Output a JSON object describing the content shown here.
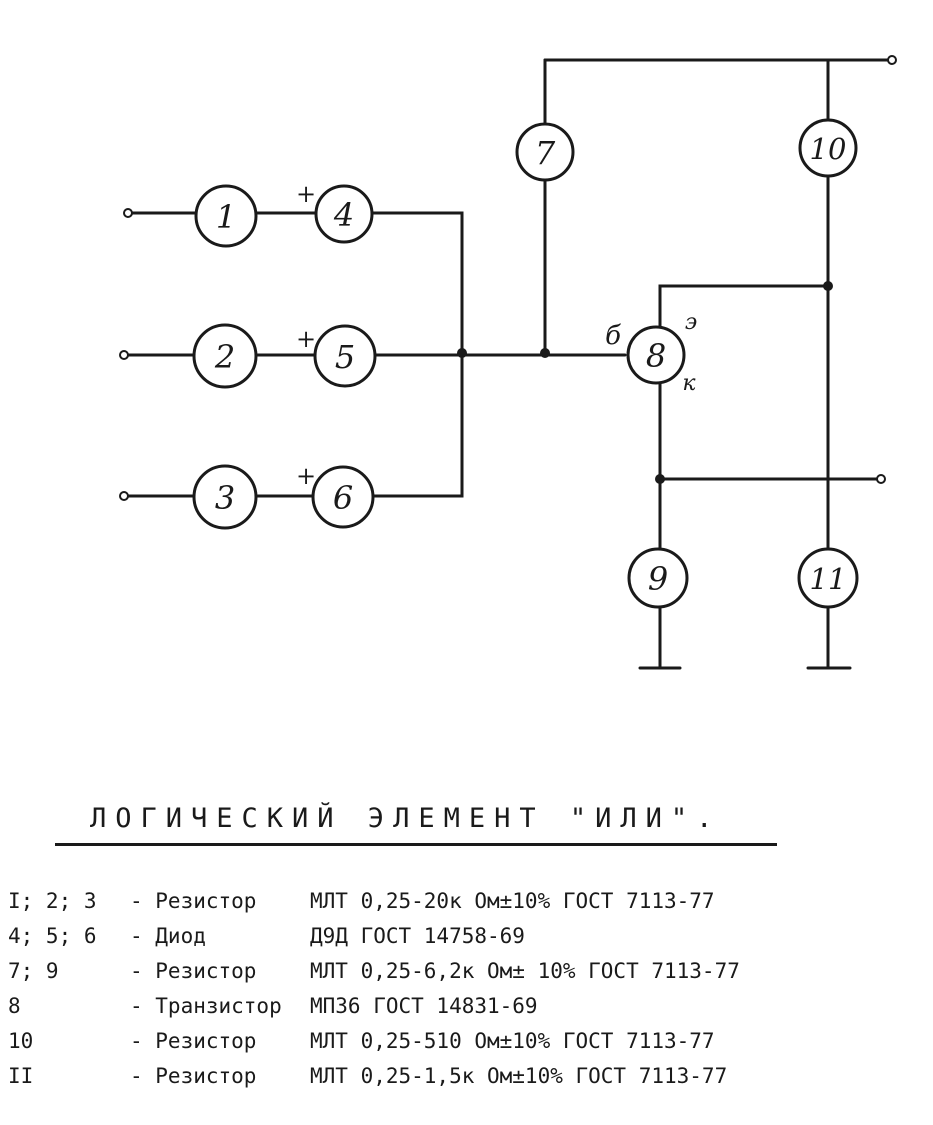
{
  "diagram": {
    "components": [
      {
        "id": "c1",
        "label": "1"
      },
      {
        "id": "c2",
        "label": "2"
      },
      {
        "id": "c3",
        "label": "3"
      },
      {
        "id": "c4",
        "label": "4"
      },
      {
        "id": "c5",
        "label": "5"
      },
      {
        "id": "c6",
        "label": "6"
      },
      {
        "id": "c7",
        "label": "7"
      },
      {
        "id": "c8",
        "label": "8"
      },
      {
        "id": "c9",
        "label": "9"
      },
      {
        "id": "c10",
        "label": "10"
      },
      {
        "id": "c11",
        "label": "11"
      }
    ],
    "polarity": {
      "d4": "+",
      "d5": "+",
      "d6": "+"
    },
    "transistor_pins": {
      "base": "б",
      "emitter": "э",
      "collector": "к"
    }
  },
  "title": "ЛОГИЧЕСКИЙ ЭЛЕМЕНТ \"ИЛИ\".",
  "parts": [
    {
      "ref": "I; 2; 3",
      "type": "- Резистор",
      "spec": "МЛТ 0,25-20к Ом±10% ГОСТ 7113-77"
    },
    {
      "ref": "4; 5; 6",
      "type": "- Диод",
      "spec": "Д9Д ГОСТ 14758-69"
    },
    {
      "ref": "7; 9",
      "type": "- Резистор",
      "spec": "МЛТ 0,25-6,2к Ом± 10% ГОСТ 7113-77"
    },
    {
      "ref": "8",
      "type": "- Транзистор",
      "spec": "МП36 ГОСТ 14831-69"
    },
    {
      "ref": "10",
      "type": "- Резистор",
      "spec": "МЛТ 0,25-510 Ом±10% ГОСТ 7113-77"
    },
    {
      "ref": "II",
      "type": "- Резистор",
      "spec": "МЛТ 0,25-1,5к Ом±10% ГОСТ 7113-77"
    }
  ]
}
